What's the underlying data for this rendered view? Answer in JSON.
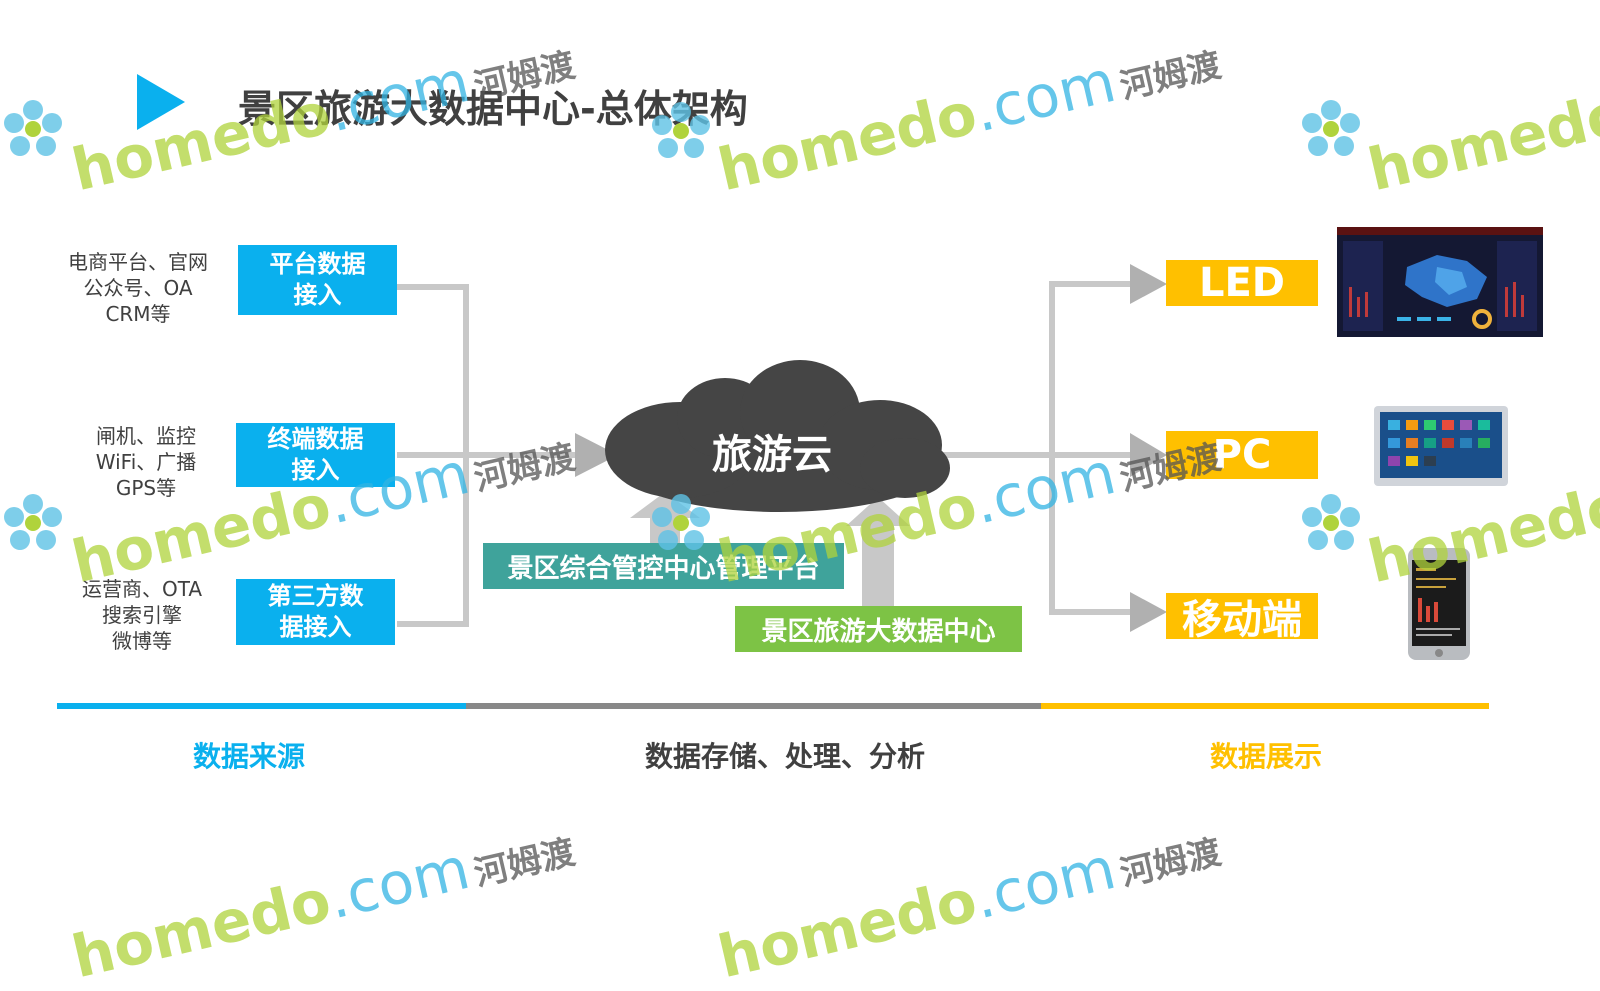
{
  "title": "景区旅游大数据中心-总体架构",
  "sources": [
    {
      "text_lines": [
        "电商平台、官网",
        "公众号、OA",
        "CRM等"
      ],
      "box_lines": [
        "平台数据",
        "接入"
      ]
    },
    {
      "text_lines": [
        "闸机、监控",
        "WiFi、广播",
        "GPS等"
      ],
      "box_lines": [
        "终端数据",
        "接入"
      ]
    },
    {
      "text_lines": [
        "运营商、OTA",
        "搜索引擎",
        "微博等"
      ],
      "box_lines": [
        "第三方数",
        "据接入"
      ]
    }
  ],
  "cloud_label": "旅游云",
  "platform_boxes": {
    "control_center": "景区综合管控中心管理平台",
    "data_center": "景区旅游大数据中心"
  },
  "outputs": [
    "LED",
    "PC",
    "移动端"
  ],
  "bottom_sections": [
    {
      "label": "数据来源",
      "color": "#0ab0ee"
    },
    {
      "label": "数据存储、处理、分析",
      "color": "#404040"
    },
    {
      "label": "数据展示",
      "color": "#ffc000"
    }
  ],
  "watermark": {
    "brand": "homedo",
    "domain": ".com",
    "cn": "河姆渡"
  },
  "colors": {
    "blue": "#0ab0ee",
    "yellow": "#ffc000",
    "gray_line": "#888888",
    "cloud": "#404040",
    "teal": "#3fa39b",
    "green": "#7dc345"
  }
}
